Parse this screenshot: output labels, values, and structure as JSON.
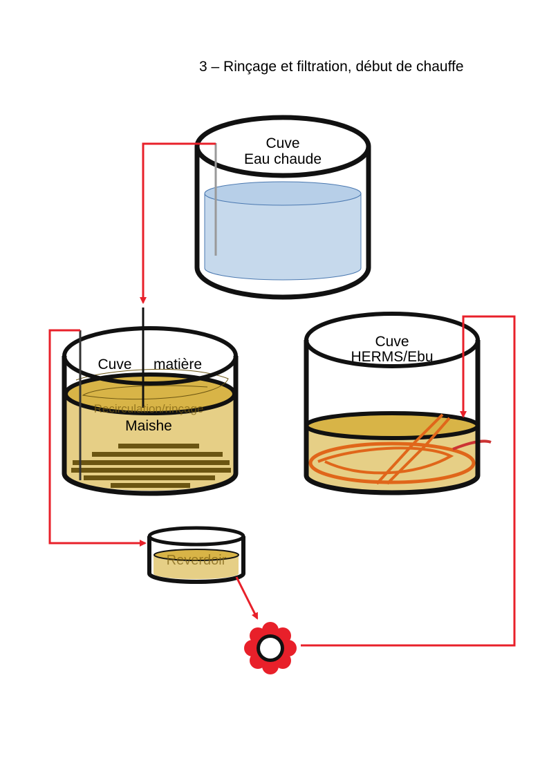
{
  "title": "3 – Rinçage et filtration, début de chauffe",
  "vessels": {
    "hot_water": {
      "line1": "Cuve",
      "line2": "Eau chaude"
    },
    "mash": {
      "line1": "Cuve",
      "line2": "matière",
      "content": "Maishe",
      "overlay_text": "Recirculation/rinçage"
    },
    "herms": {
      "line1": "Cuve",
      "line2": "HERMS/Ebu"
    },
    "grant": {
      "label": "Reverdoir"
    }
  },
  "colors": {
    "pipe": "#e8202a",
    "water": "#c6d9ec",
    "water_top": "#b7cfe8",
    "wort": "#e6cf86",
    "wort_top": "#d8b447",
    "grain": "#6b5512",
    "coil": "#e0661a",
    "outline": "#111111",
    "pump": "#e8202a"
  },
  "icons": {
    "pump": "pump-icon"
  }
}
